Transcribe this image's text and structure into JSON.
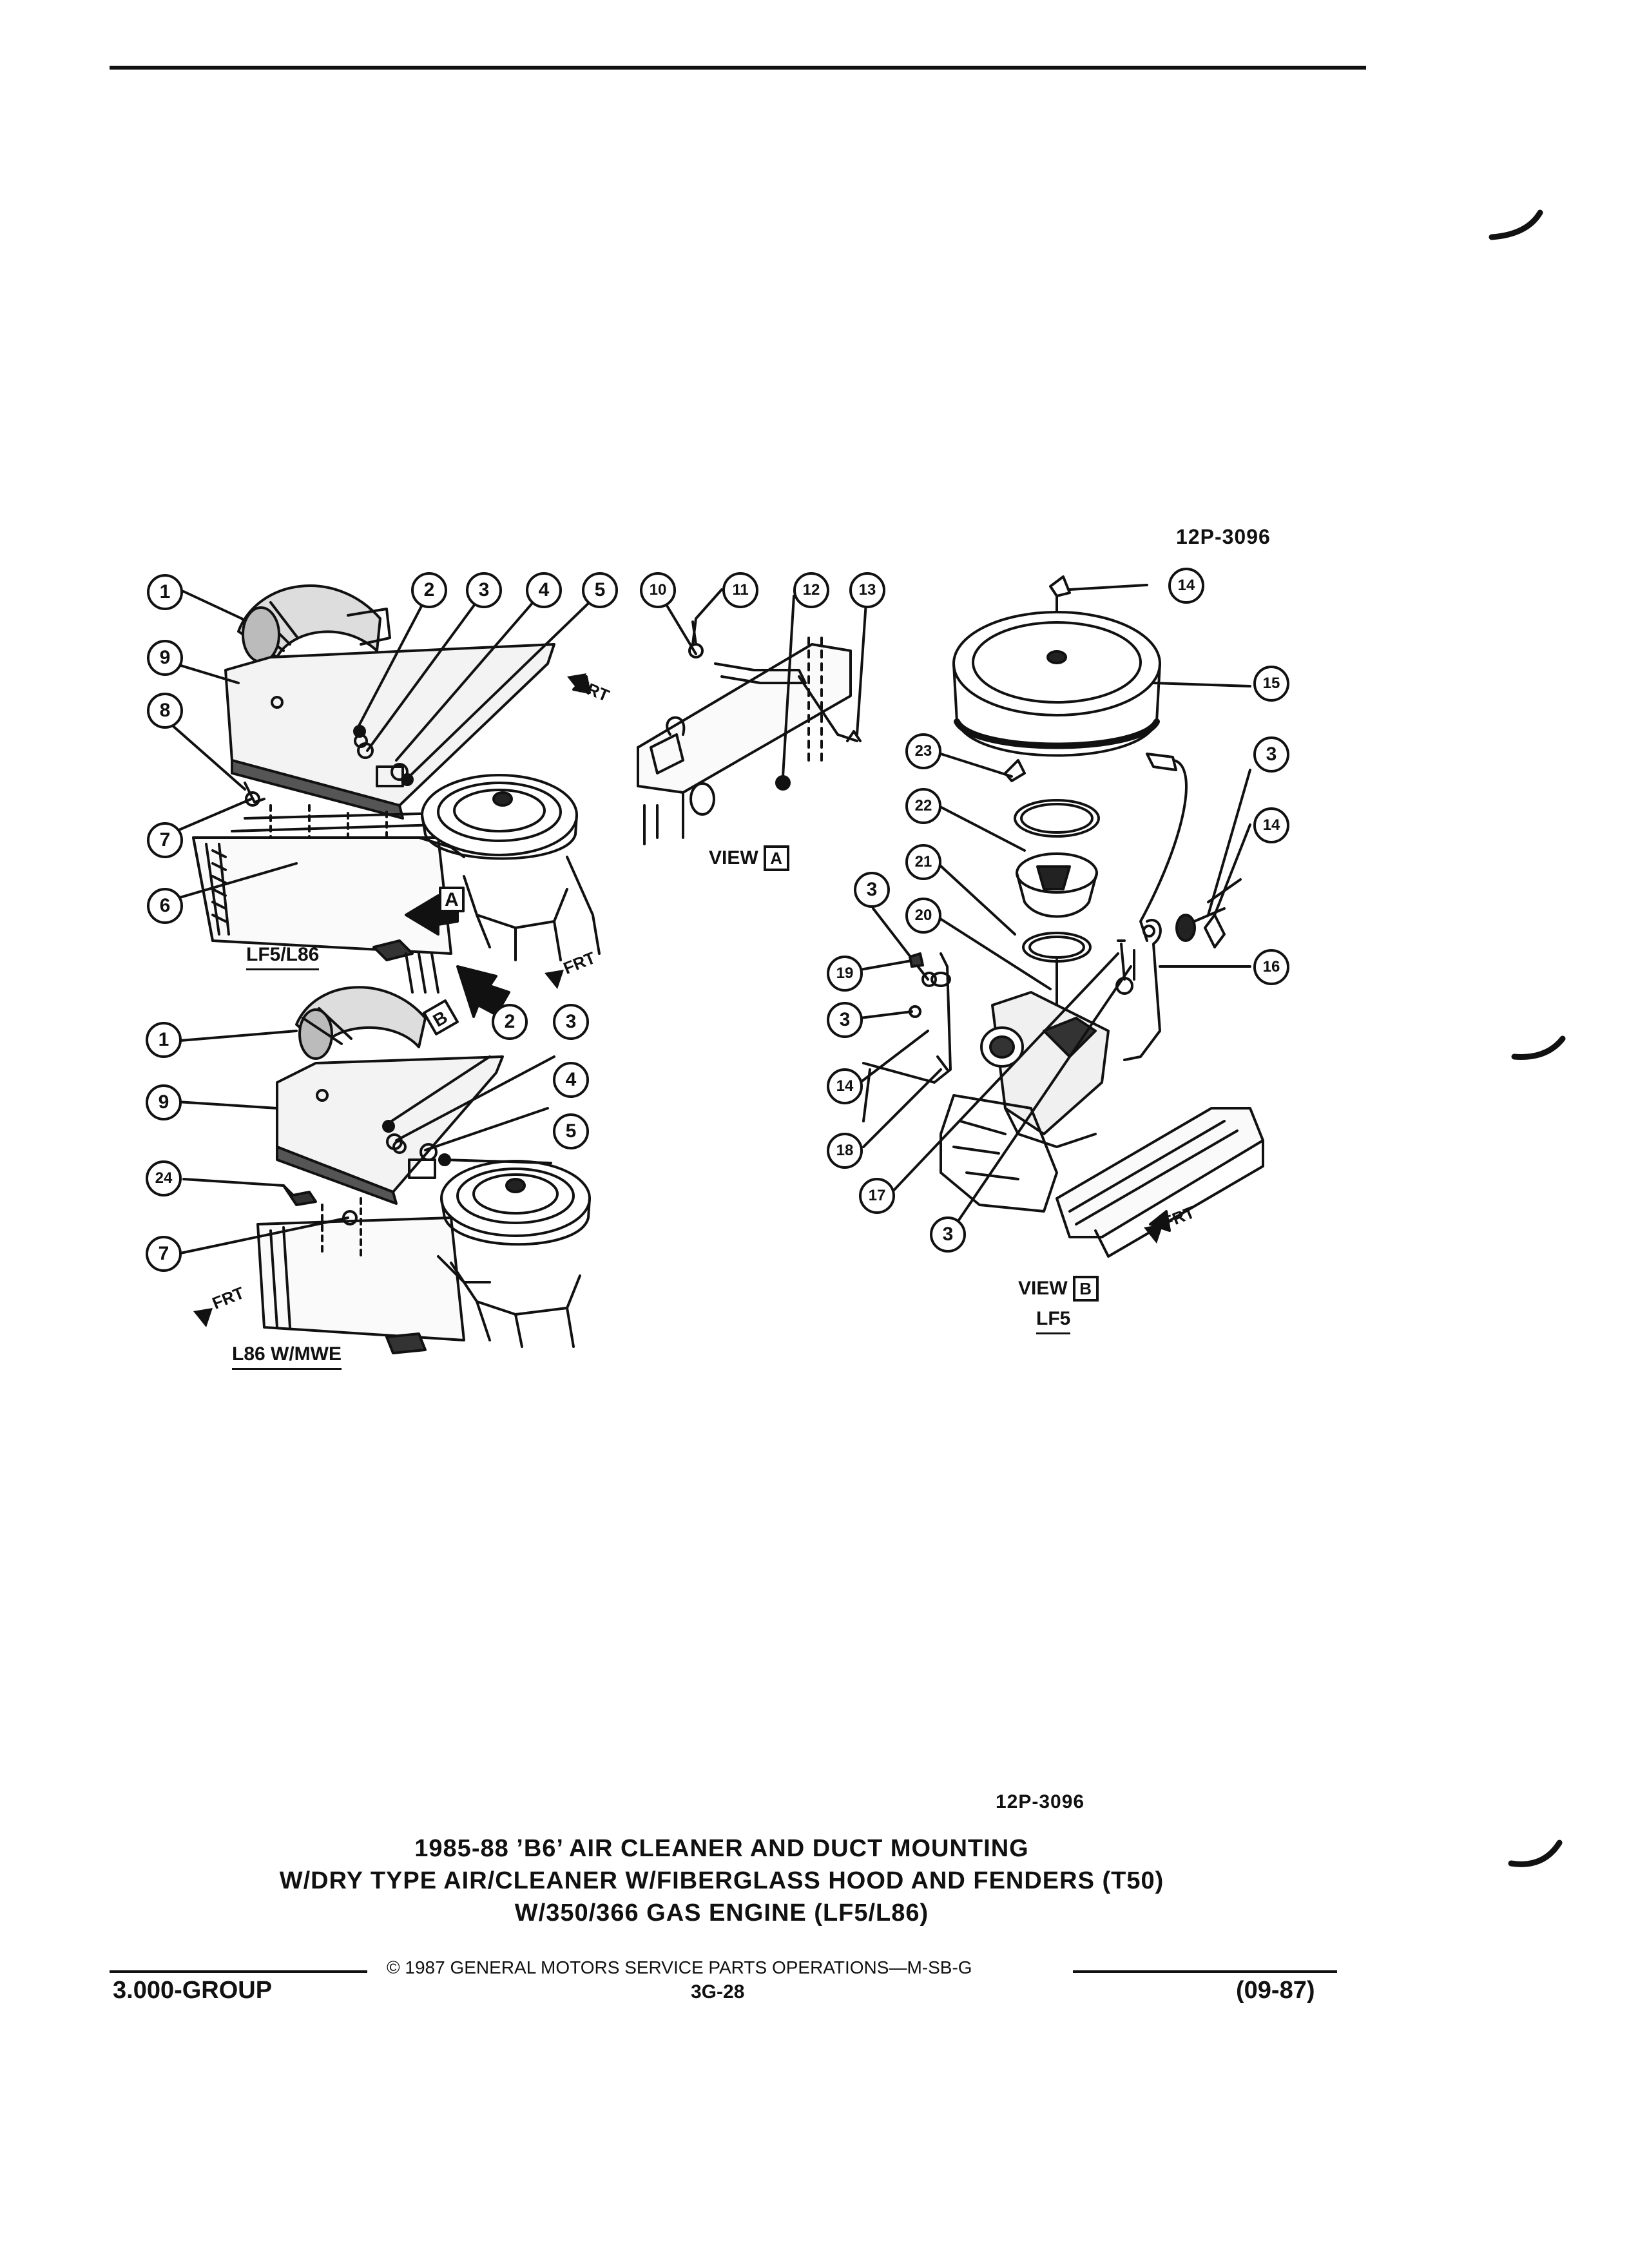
{
  "diagram": {
    "reference_top": "12P-3096",
    "view_a_label": "VIEW",
    "view_a_letter": "A",
    "view_b_label": "VIEW",
    "view_b_letter": "B",
    "section_lf5_l86": "LF5/L86",
    "section_l86_mwe": "L86 W/MWE",
    "section_lf5": "LF5",
    "frt_label": "FRT",
    "callouts_upper_left": [
      "1",
      "9",
      "8",
      "7",
      "6",
      "2",
      "3",
      "4",
      "5"
    ],
    "callouts_view_a": [
      "10",
      "11",
      "12",
      "13"
    ],
    "callouts_lower_left": [
      "1",
      "9",
      "24",
      "7",
      "2",
      "3",
      "4",
      "5"
    ],
    "callouts_right": [
      "14",
      "15",
      "3",
      "14",
      "16",
      "23",
      "22",
      "21",
      "20",
      "3",
      "19",
      "3",
      "14",
      "18",
      "17",
      "3"
    ]
  },
  "reference_bottom": "12P-3096",
  "caption": {
    "line1": "1985-88 ’B6’ AIR CLEANER AND DUCT MOUNTING",
    "line2": "W/DRY TYPE AIR/CLEANER W/FIBERGLASS HOOD AND FENDERS (T50)",
    "line3": "W/350/366 GAS ENGINE (LF5/L86)"
  },
  "footer": {
    "copyright": "© 1987 GENERAL MOTORS SERVICE PARTS OPERATIONS—M-SB-G",
    "group": "3.000-GROUP",
    "page": "3G-28",
    "date": "(09-87)"
  }
}
